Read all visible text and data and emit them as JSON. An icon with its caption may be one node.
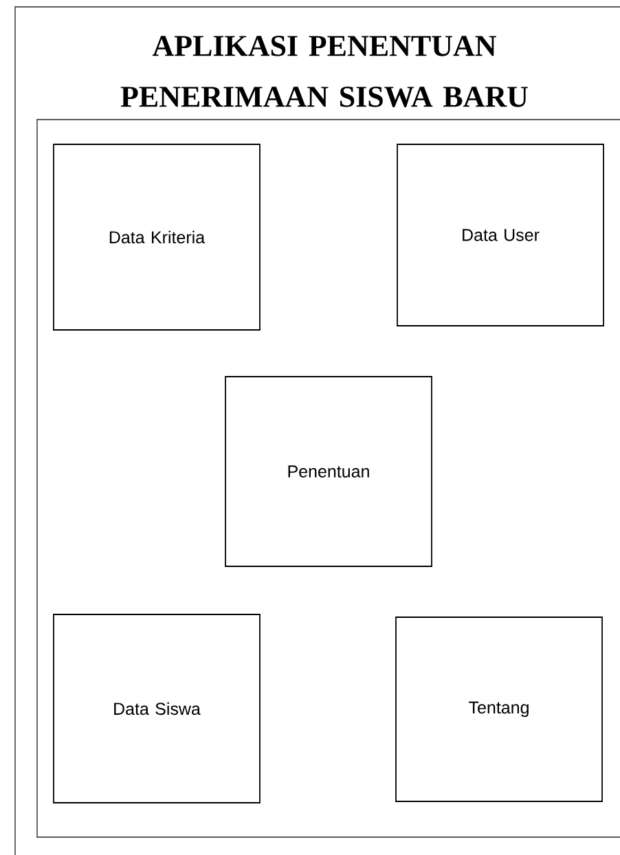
{
  "diagram": {
    "title": "APLIKASI PENENTUAN PENERIMAAN SISWA BARU",
    "nodes": [
      {
        "text": [
          "Data Kriteria"
        ]
      },
      {
        "text": [
          "Data User"
        ]
      },
      {
        "text": [
          "Penentuan"
        ]
      },
      {
        "text": [
          "Data Siswa"
        ]
      },
      {
        "text": [
          "Tentang"
        ]
      }
    ]
  }
}
